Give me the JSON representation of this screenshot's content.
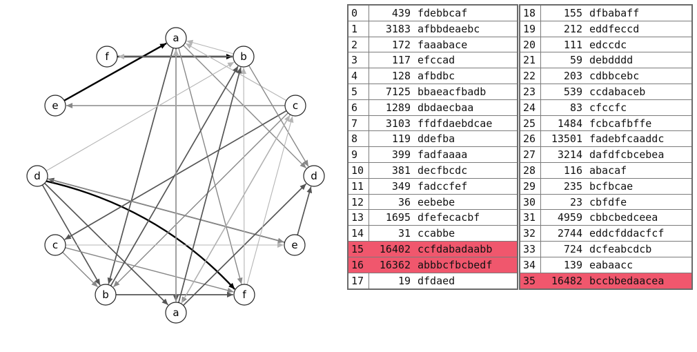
{
  "graph": {
    "nodes": [
      {
        "id": "a_top",
        "label": "a"
      },
      {
        "id": "b_top",
        "label": "b"
      },
      {
        "id": "c_right",
        "label": "c"
      },
      {
        "id": "d_right",
        "label": "d"
      },
      {
        "id": "e_right",
        "label": "e"
      },
      {
        "id": "f_bottom",
        "label": "f"
      },
      {
        "id": "a_bottom",
        "label": "a"
      },
      {
        "id": "b_bottom",
        "label": "b"
      },
      {
        "id": "c_left",
        "label": "c"
      },
      {
        "id": "d_left",
        "label": "d"
      },
      {
        "id": "e_left",
        "label": "e"
      },
      {
        "id": "f_top",
        "label": "f"
      }
    ],
    "edges": [
      {
        "from": "f_top",
        "to": "b_top",
        "weight": "bold"
      },
      {
        "from": "e_left",
        "to": "a_top",
        "weight": "bold"
      },
      {
        "from": "d_left",
        "to": "f_bottom",
        "weight": "bold"
      },
      {
        "from": "a_top",
        "to": "b_bottom",
        "weight": "dark"
      },
      {
        "from": "a_top",
        "to": "a_bottom",
        "weight": "dark"
      },
      {
        "from": "a_top",
        "to": "f_bottom",
        "weight": "medium"
      },
      {
        "from": "a_top",
        "to": "d_right",
        "weight": "medium"
      },
      {
        "from": "b_top",
        "to": "a_top",
        "weight": "light"
      },
      {
        "from": "b_top",
        "to": "f_top",
        "weight": "light"
      },
      {
        "from": "c_right",
        "to": "a_top",
        "weight": "light"
      },
      {
        "from": "c_right",
        "to": "e_left",
        "weight": "medium"
      },
      {
        "from": "c_right",
        "to": "c_left",
        "weight": "dark"
      },
      {
        "from": "c_right",
        "to": "b_bottom",
        "weight": "medium"
      },
      {
        "from": "c_right",
        "to": "a_bottom",
        "weight": "medium"
      },
      {
        "from": "b_top",
        "to": "d_right",
        "weight": "medium"
      },
      {
        "from": "e_right",
        "to": "d_right",
        "weight": "dark"
      },
      {
        "from": "e_right",
        "to": "d_left",
        "weight": "dark"
      },
      {
        "from": "d_left",
        "to": "b_bottom",
        "weight": "dark"
      },
      {
        "from": "d_left",
        "to": "a_bottom",
        "weight": "dark"
      },
      {
        "from": "d_left",
        "to": "e_right",
        "weight": "medium"
      },
      {
        "from": "d_left",
        "to": "b_top",
        "weight": "light"
      },
      {
        "from": "c_left",
        "to": "b_bottom",
        "weight": "medium"
      },
      {
        "from": "c_left",
        "to": "e_right",
        "weight": "light"
      },
      {
        "from": "c_left",
        "to": "f_bottom",
        "weight": "medium"
      },
      {
        "from": "b_bottom",
        "to": "b_top",
        "weight": "dark"
      },
      {
        "from": "b_bottom",
        "to": "f_bottom",
        "weight": "dark"
      },
      {
        "from": "a_bottom",
        "to": "b_top",
        "weight": "dark"
      },
      {
        "from": "a_bottom",
        "to": "a_top",
        "weight": "light"
      },
      {
        "from": "a_bottom",
        "to": "d_right",
        "weight": "dark"
      },
      {
        "from": "f_bottom",
        "to": "b_top",
        "weight": "light"
      },
      {
        "from": "f_bottom",
        "to": "c_right",
        "weight": "light"
      },
      {
        "from": "a_bottom",
        "to": "c_right",
        "weight": "light"
      }
    ]
  },
  "table": {
    "rows": [
      {
        "idx": "0",
        "num": "439",
        "str": "fdebbcaf",
        "hl": false
      },
      {
        "idx": "1",
        "num": "3183",
        "str": "afbbdeaebc",
        "hl": false
      },
      {
        "idx": "2",
        "num": "172",
        "str": "faaabace",
        "hl": false
      },
      {
        "idx": "3",
        "num": "117",
        "str": "efccad",
        "hl": false
      },
      {
        "idx": "4",
        "num": "128",
        "str": "afbdbc",
        "hl": false
      },
      {
        "idx": "5",
        "num": "7125",
        "str": "bbaeacfbadb",
        "hl": false
      },
      {
        "idx": "6",
        "num": "1289",
        "str": "dbdaecbaa",
        "hl": false
      },
      {
        "idx": "7",
        "num": "3103",
        "str": "ffdfdaebdcae",
        "hl": false
      },
      {
        "idx": "8",
        "num": "119",
        "str": "ddefba",
        "hl": false
      },
      {
        "idx": "9",
        "num": "399",
        "str": "fadfaaaa",
        "hl": false
      },
      {
        "idx": "10",
        "num": "381",
        "str": "decfbcdc",
        "hl": false
      },
      {
        "idx": "11",
        "num": "349",
        "str": "fadccfef",
        "hl": false
      },
      {
        "idx": "12",
        "num": "36",
        "str": "eebebe",
        "hl": false
      },
      {
        "idx": "13",
        "num": "1695",
        "str": "dfefecacbf",
        "hl": false
      },
      {
        "idx": "14",
        "num": "31",
        "str": "ccabbe",
        "hl": false
      },
      {
        "idx": "15",
        "num": "16402",
        "str": "ccfdabadaabb",
        "hl": true
      },
      {
        "idx": "16",
        "num": "16362",
        "str": "abbbcfbcbedf",
        "hl": true
      },
      {
        "idx": "17",
        "num": "19",
        "str": "dfdaed",
        "hl": false
      },
      {
        "idx": "18",
        "num": "155",
        "str": "dfbabaff",
        "hl": false
      },
      {
        "idx": "19",
        "num": "212",
        "str": "eddfeccd",
        "hl": false
      },
      {
        "idx": "20",
        "num": "111",
        "str": "edccdc",
        "hl": false
      },
      {
        "idx": "21",
        "num": "59",
        "str": "debdddd",
        "hl": false
      },
      {
        "idx": "22",
        "num": "203",
        "str": "cdbbcebc",
        "hl": false
      },
      {
        "idx": "23",
        "num": "539",
        "str": "ccdabaceb",
        "hl": false
      },
      {
        "idx": "24",
        "num": "83",
        "str": "cfccfc",
        "hl": false
      },
      {
        "idx": "25",
        "num": "1484",
        "str": "fcbcafbffe",
        "hl": false
      },
      {
        "idx": "26",
        "num": "13501",
        "str": "fadebfcaaddc",
        "hl": false
      },
      {
        "idx": "27",
        "num": "3214",
        "str": "dafdfcbcebea",
        "hl": false
      },
      {
        "idx": "28",
        "num": "116",
        "str": "abacaf",
        "hl": false
      },
      {
        "idx": "29",
        "num": "235",
        "str": "bcfbcae",
        "hl": false
      },
      {
        "idx": "30",
        "num": "23",
        "str": "cbfdfe",
        "hl": false
      },
      {
        "idx": "31",
        "num": "4959",
        "str": "cbbcbedceea",
        "hl": false
      },
      {
        "idx": "32",
        "num": "2744",
        "str": "eddcfddacfcf",
        "hl": false
      },
      {
        "idx": "33",
        "num": "724",
        "str": "dcfeabcdcb",
        "hl": false
      },
      {
        "idx": "34",
        "num": "139",
        "str": "eabaacc",
        "hl": false
      },
      {
        "idx": "35",
        "num": "16482",
        "str": "bccbbedaacea",
        "hl": true
      }
    ]
  },
  "colors": {
    "highlight": "#f0576d",
    "edge_bold": "#000000",
    "edge_dark": "#555555",
    "edge_medium": "#888888",
    "edge_light": "#b5b5b5"
  }
}
